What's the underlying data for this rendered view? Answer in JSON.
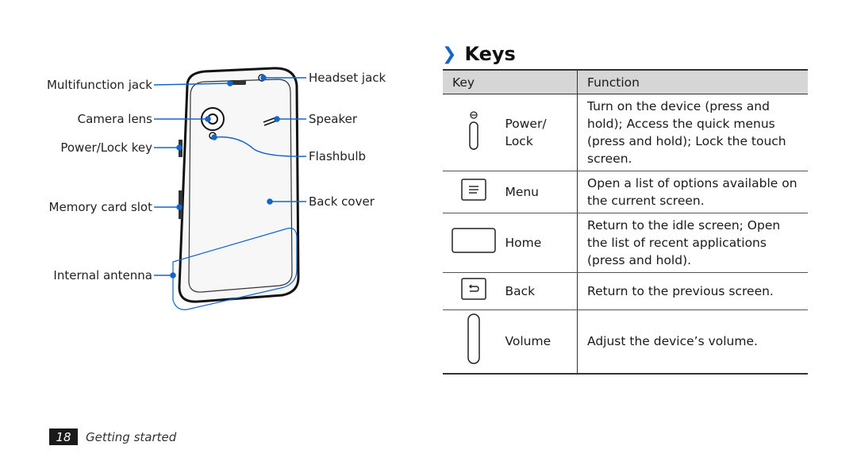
{
  "diagram": {
    "labels": {
      "multifunction_jack": "Multifunction jack",
      "camera_lens": "Camera lens",
      "power_lock_key": "Power/Lock key",
      "memory_card_slot": "Memory card slot",
      "internal_antenna": "Internal antenna",
      "headset_jack": "Headset jack",
      "speaker": "Speaker",
      "flashbulb": "Flashbulb",
      "back_cover": "Back cover"
    },
    "callout_color": "#1565c8"
  },
  "section": {
    "chevron": "❯",
    "title": "Keys"
  },
  "keys_table": {
    "headers": {
      "key": "Key",
      "function": "Function"
    },
    "rows": [
      {
        "icon": "power-key-icon",
        "name": "Power/ Lock",
        "function": "Turn on the device (press and hold); Access the quick menus (press and hold); Lock the touch screen."
      },
      {
        "icon": "menu-key-icon",
        "name": "Menu",
        "function": "Open a list of options available on the current screen."
      },
      {
        "icon": "home-key-icon",
        "name": "Home",
        "function": "Return to the idle screen; Open the list of recent applications (press and hold)."
      },
      {
        "icon": "back-key-icon",
        "name": "Back",
        "function": "Return to the previous screen."
      },
      {
        "icon": "volume-key-icon",
        "name": "Volume",
        "function": "Adjust the device’s volume."
      }
    ]
  },
  "footer": {
    "page_number": "18",
    "section": "Getting started"
  }
}
